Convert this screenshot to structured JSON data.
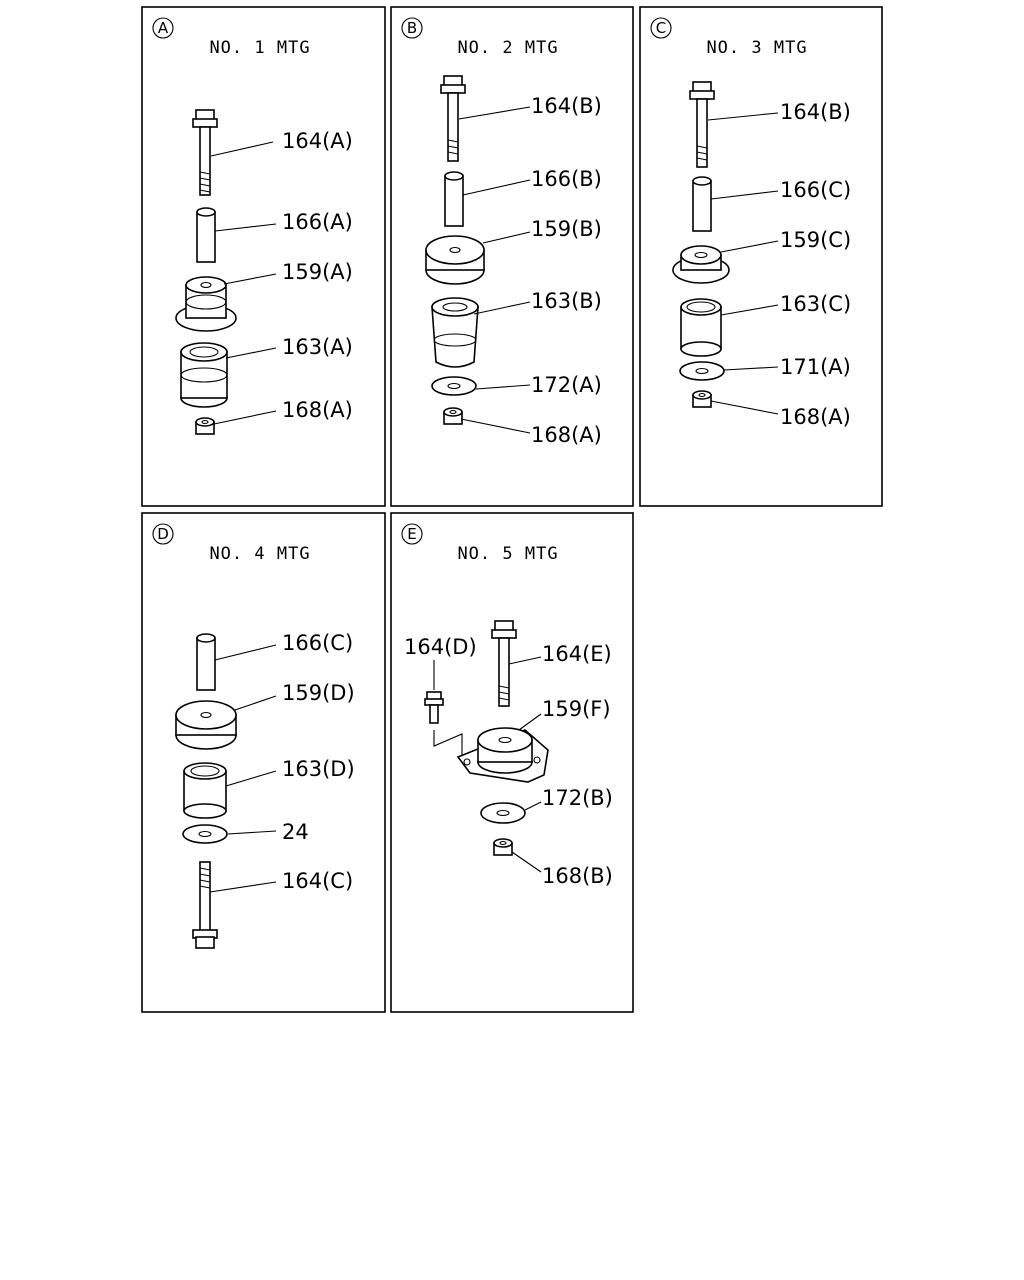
{
  "panels": [
    {
      "letter": "A",
      "title": "NO. 1  MTG",
      "labels": [
        "164(A)",
        "166(A)",
        "159(A)",
        "163(A)",
        "168(A)"
      ]
    },
    {
      "letter": "B",
      "title": "NO. 2  MTG",
      "labels": [
        "164(B)",
        "166(B)",
        "159(B)",
        "163(B)",
        "172(A)",
        "168(A)"
      ]
    },
    {
      "letter": "C",
      "title": "NO. 3  MTG",
      "labels": [
        "164(B)",
        "166(C)",
        "159(C)",
        "163(C)",
        "171(A)",
        "168(A)"
      ]
    },
    {
      "letter": "D",
      "title": "NO. 4  MTG",
      "labels": [
        "166(C)",
        "159(D)",
        "163(D)",
        "24",
        "164(C)"
      ]
    },
    {
      "letter": "E",
      "title": "NO. 5  MTG",
      "labels": [
        "164(D)",
        "164(E)",
        "159(F)",
        "172(B)",
        "168(B)"
      ]
    }
  ]
}
